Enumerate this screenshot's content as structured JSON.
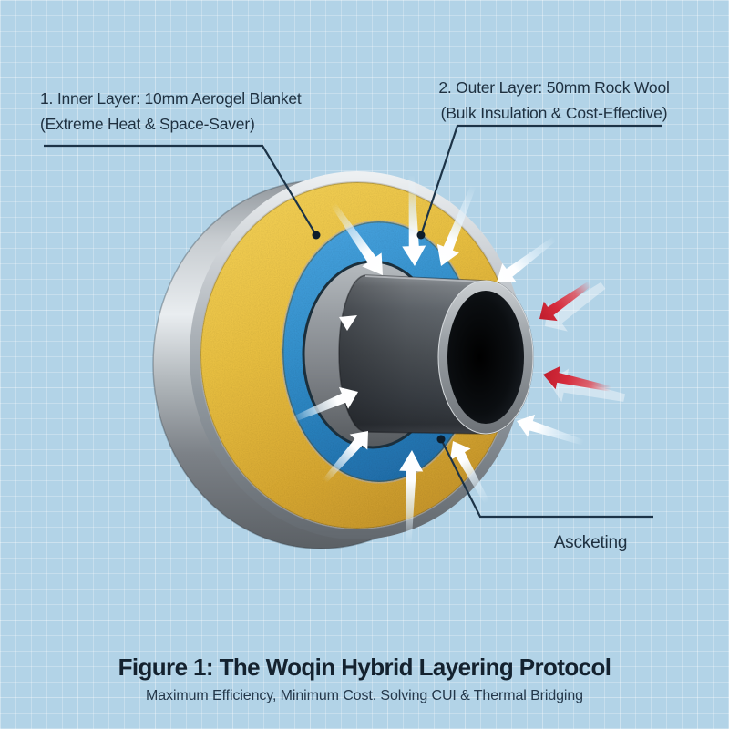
{
  "diagram": {
    "labels": {
      "inner_layer": {
        "line1": "1. Inner Layer: 10mm Aerogel Blanket",
        "line2": "(Extreme Heat & Space-Saver)"
      },
      "outer_layer": {
        "line1": "2. Outer Layer: 50mm Rock Wool",
        "line2": "(Bulk Insulation & Cost-Effective)"
      },
      "jacketing": "Ascketing"
    },
    "layers": [
      {
        "name": "metal-jacketing",
        "color": "#c8cdd2"
      },
      {
        "name": "rock-wool-outer-layer",
        "color": "#e3ba3e"
      },
      {
        "name": "aerogel-inner-layer",
        "color": "#2e8cc9"
      },
      {
        "name": "pipe",
        "color": "#53575c"
      }
    ],
    "arrows": {
      "white_inward_count": 10,
      "red_external_count": 2,
      "white_color": "#ffffff",
      "red_color": "#c8202f"
    }
  },
  "caption": {
    "title": "Figure 1: The Woqin Hybrid Layering Protocol",
    "subtitle": "Maximum Efficiency, Minimum Cost. Solving CUI & Thermal Bridging"
  },
  "colors": {
    "background": "#b2d3e7",
    "grid_line": "#c9e1ef",
    "text": "#1e3040",
    "leader_line": "#1c3347"
  }
}
